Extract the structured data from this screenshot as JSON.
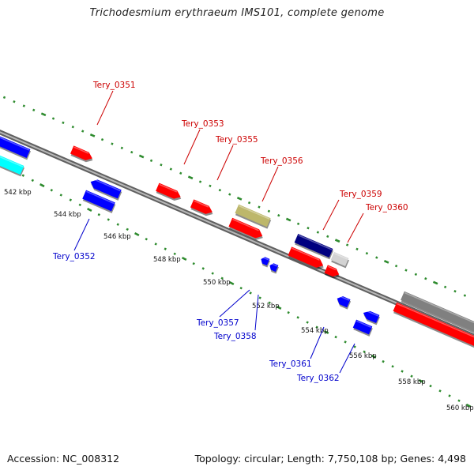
{
  "title": "Trichodesmium erythraeum IMS101, complete genome",
  "footer": {
    "accession": "Accession: NC_008312",
    "summary": "Topology: circular; Length: 7,750,108 bp; Genes: 4,498"
  },
  "colors": {
    "forward_gene": "#ff0000",
    "reverse_gene": "#0000ff",
    "dark_blue": "#000080",
    "cyan": "#00ffff",
    "khaki": "#bdb76b",
    "gray": "#808080",
    "light_gray": "#d3d3d3",
    "ruler": "#2e8b2e",
    "forward_label": "#cc0000",
    "reverse_label": "#0000cc"
  },
  "kbp_labels": [
    "542 kbp",
    "544 kbp",
    "546 kbp",
    "548 kbp",
    "550 kbp",
    "552 kbp",
    "554 kbp",
    "556 kbp",
    "558 kbp",
    "560 kbp"
  ],
  "forward_genes": [
    "Tery_0351",
    "Tery_0353",
    "Tery_0355",
    "Tery_0356",
    "Tery_0359",
    "Tery_0360"
  ],
  "reverse_genes": [
    "Tery_0352",
    "Tery_0357",
    "Tery_0358",
    "Tery_0361",
    "Tery_0362"
  ]
}
